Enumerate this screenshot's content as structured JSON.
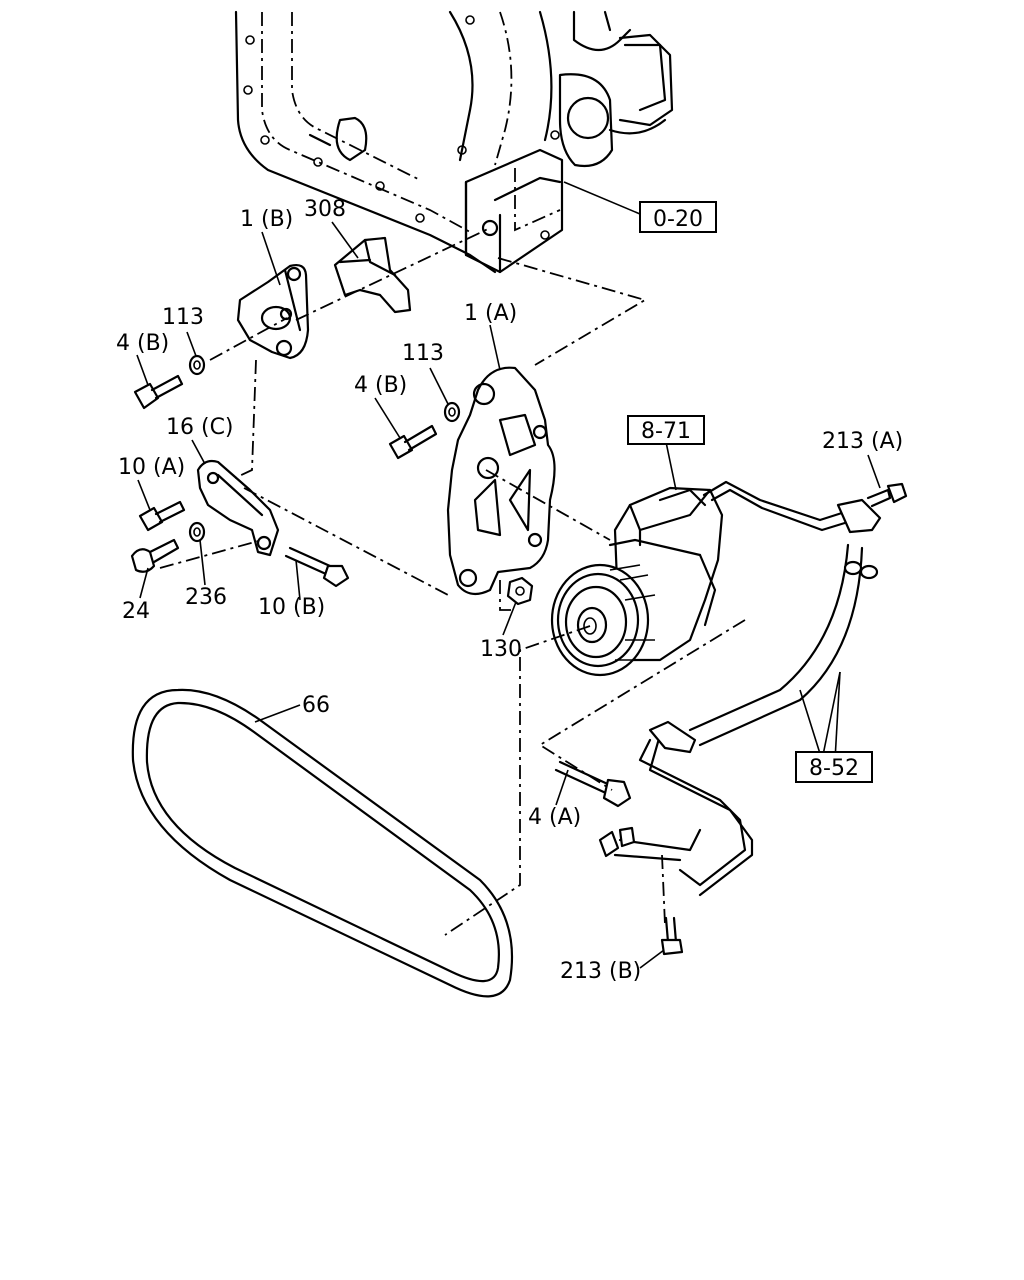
{
  "callouts": {
    "c_0_20": "0-20",
    "c_308": "308",
    "c_1b": "1 (B)",
    "c_113a": "113",
    "c_4b_left": "4 (B)",
    "c_1a": "1 (A)",
    "c_113b": "113",
    "c_4b_mid": "4 (B)",
    "c_16c": "16 (C)",
    "c_10a": "10 (A)",
    "c_8_71": "8-71",
    "c_213a": "213 (A)",
    "c_24": "24",
    "c_236": "236",
    "c_10b": "10 (B)",
    "c_130": "130",
    "c_66": "66",
    "c_8_52": "8-52",
    "c_4a": "4 (A)",
    "c_213b": "213 (B)"
  }
}
